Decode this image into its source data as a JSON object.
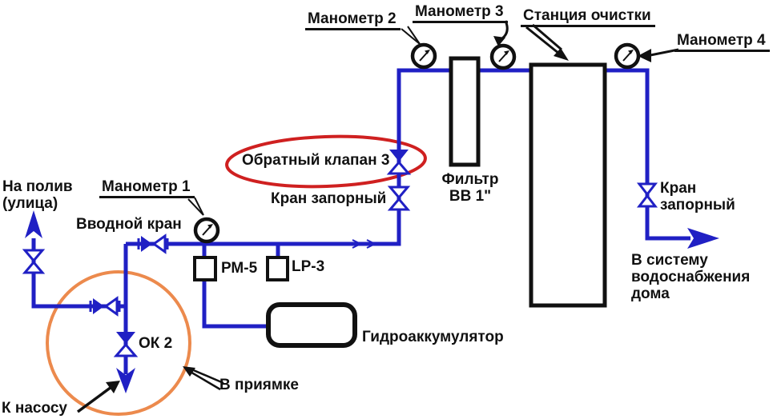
{
  "colors": {
    "pipe_blue": "#2020c4",
    "line_black": "#111111",
    "highlight_orange": "#ec8a4d",
    "highlight_red": "#cf2020",
    "background": "#ffffff"
  },
  "callouts": {
    "manometer_1": "Манометр 1",
    "manometer_2": "Манометр 2",
    "manometer_3": "Манометр 3",
    "manometer_4": "Манометр 4",
    "cleaning_station": "Станция очистки",
    "in_pit": "В приямке",
    "to_pump": "К насосу"
  },
  "labels": {
    "inlet_valve": "Вводной кран",
    "check_valve_3": "Обратный клапан 3",
    "shutoff_valve_left": "Кран запорный",
    "filter_line1": "Фильтр",
    "filter_line2": "ВВ 1\"",
    "irrigation_line1": "На полив",
    "irrigation_line2": "(улица)",
    "relay_rm5": "РМ-5",
    "relay_lp3": "LP-3",
    "hydroaccumulator": "Гидроаккумулятор",
    "check_valve_ok2": "ОК 2",
    "shutoff_right_line1": "Кран",
    "shutoff_right_line2": "запорный",
    "to_house_line1": "В систему",
    "to_house_line2": "водоснабжения",
    "to_house_line3": "дома"
  }
}
